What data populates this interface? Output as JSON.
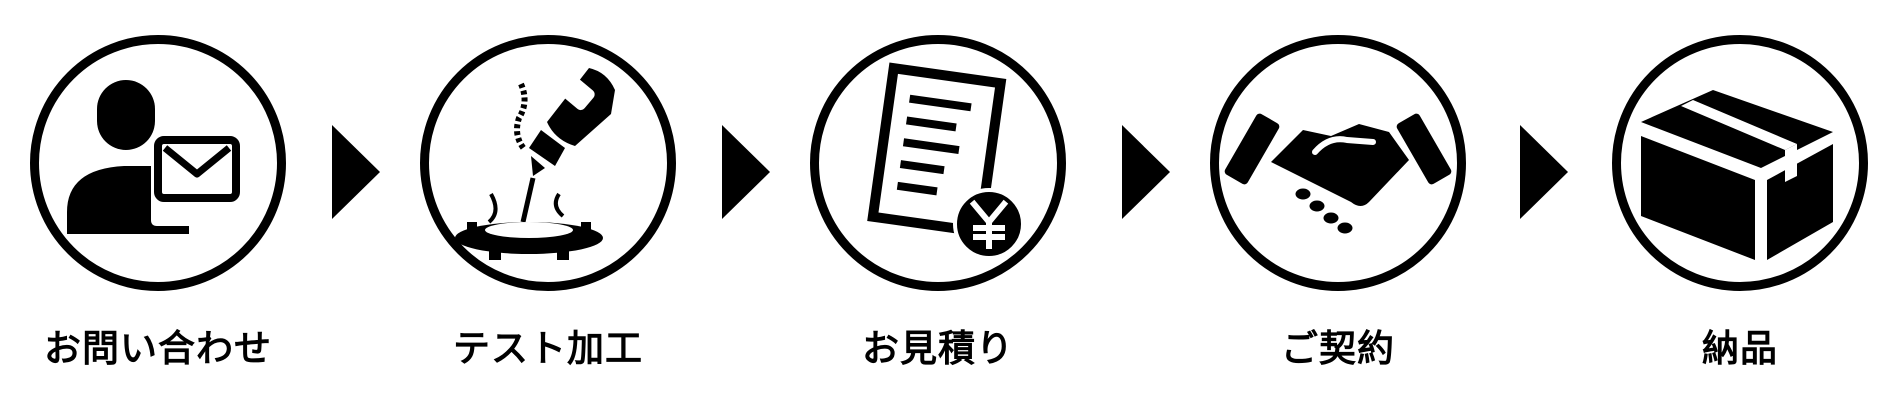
{
  "flow": {
    "steps": [
      {
        "label": "お問い合わせ",
        "icon": "person-mail-icon"
      },
      {
        "label": "テスト加工",
        "icon": "laser-machining-icon"
      },
      {
        "label": "お見積り",
        "icon": "quote-document-yen-icon"
      },
      {
        "label": "ご契約",
        "icon": "handshake-icon"
      },
      {
        "label": "納品",
        "icon": "box-icon"
      }
    ],
    "colors": {
      "ink": "#000000",
      "background": "#ffffff"
    }
  }
}
